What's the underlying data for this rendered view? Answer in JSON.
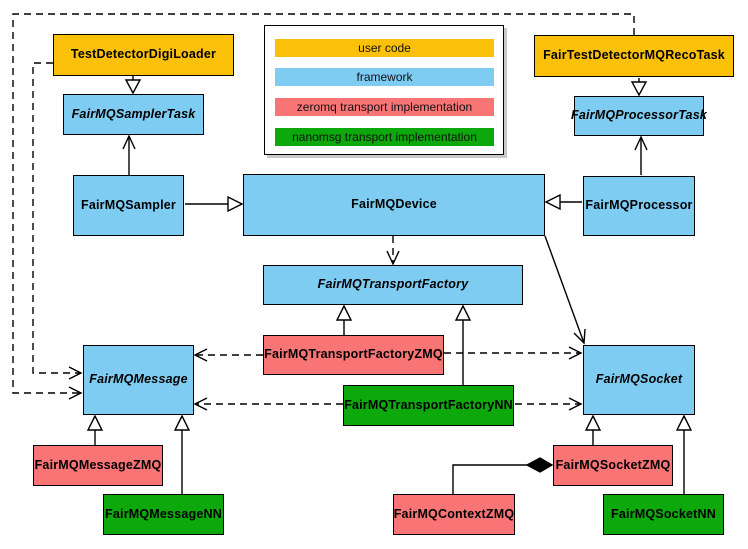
{
  "colors": {
    "user_code": "#FBC008",
    "framework": "#7FCCF2",
    "zeromq": "#F97575",
    "nanomsg": "#0CA80C"
  },
  "legend": {
    "items": [
      {
        "label": "user code",
        "color": "#FBC008"
      },
      {
        "label": "framework",
        "color": "#7FCCF2"
      },
      {
        "label": "zeromq transport implementation",
        "color": "#F97575"
      },
      {
        "label": "nanomsg transport implementation",
        "color": "#0CA80C"
      }
    ]
  },
  "nodes": {
    "testDetectorDigiLoader": {
      "label": "TestDetectorDigiLoader",
      "category": "user code",
      "abstract": false
    },
    "fairTestDetectorMQRecoTask": {
      "label": "FairTestDetectorMQRecoTask",
      "category": "user code",
      "abstract": false
    },
    "fairMQSamplerTask": {
      "label": "FairMQSamplerTask",
      "category": "framework",
      "abstract": true
    },
    "fairMQProcessorTask": {
      "label": "FairMQProcessorTask",
      "category": "framework",
      "abstract": true
    },
    "fairMQSampler": {
      "label": "FairMQSampler",
      "category": "framework",
      "abstract": false
    },
    "fairMQDevice": {
      "label": "FairMQDevice",
      "category": "framework",
      "abstract": false
    },
    "fairMQProcessor": {
      "label": "FairMQProcessor",
      "category": "framework",
      "abstract": false
    },
    "fairMQTransportFactory": {
      "label": "FairMQTransportFactory",
      "category": "framework",
      "abstract": true
    },
    "fairMQTransportFactoryZMQ": {
      "label": "FairMQTransportFactoryZMQ",
      "category": "zeromq",
      "abstract": false
    },
    "fairMQTransportFactoryNN": {
      "label": "FairMQTransportFactoryNN",
      "category": "nanomsg",
      "abstract": false
    },
    "fairMQMessage": {
      "label": "FairMQMessage",
      "category": "framework",
      "abstract": true
    },
    "fairMQMessageZMQ": {
      "label": "FairMQMessageZMQ",
      "category": "zeromq",
      "abstract": false
    },
    "fairMQMessageNN": {
      "label": "FairMQMessageNN",
      "category": "nanomsg",
      "abstract": false
    },
    "fairMQSocket": {
      "label": "FairMQSocket",
      "category": "framework",
      "abstract": true
    },
    "fairMQSocketZMQ": {
      "label": "FairMQSocketZMQ",
      "category": "zeromq",
      "abstract": false
    },
    "fairMQSocketNN": {
      "label": "FairMQSocketNN",
      "category": "nanomsg",
      "abstract": false
    },
    "fairMQContextZMQ": {
      "label": "FairMQContextZMQ",
      "category": "zeromq",
      "abstract": false
    }
  },
  "edges": [
    {
      "from": "TestDetectorDigiLoader",
      "to": "FairMQSamplerTask",
      "type": "inheritance"
    },
    {
      "from": "FairTestDetectorMQRecoTask",
      "to": "FairMQProcessorTask",
      "type": "inheritance"
    },
    {
      "from": "FairMQSampler",
      "to": "FairMQDevice",
      "type": "inheritance"
    },
    {
      "from": "FairMQProcessor",
      "to": "FairMQDevice",
      "type": "inheritance"
    },
    {
      "from": "FairMQTransportFactoryZMQ",
      "to": "FairMQTransportFactory",
      "type": "inheritance"
    },
    {
      "from": "FairMQTransportFactoryNN",
      "to": "FairMQTransportFactory",
      "type": "inheritance"
    },
    {
      "from": "FairMQMessageZMQ",
      "to": "FairMQMessage",
      "type": "inheritance"
    },
    {
      "from": "FairMQMessageNN",
      "to": "FairMQMessage",
      "type": "inheritance"
    },
    {
      "from": "FairMQSocketZMQ",
      "to": "FairMQSocket",
      "type": "inheritance"
    },
    {
      "from": "FairMQSocketNN",
      "to": "FairMQSocket",
      "type": "inheritance"
    },
    {
      "from": "FairMQSampler",
      "to": "FairMQSamplerTask",
      "type": "association"
    },
    {
      "from": "FairMQProcessor",
      "to": "FairMQProcessorTask",
      "type": "association"
    },
    {
      "from": "FairMQDevice",
      "to": "FairMQSocket",
      "type": "association"
    },
    {
      "from": "FairMQDevice",
      "to": "FairMQTransportFactory",
      "type": "dependency"
    },
    {
      "from": "TestDetectorDigiLoader",
      "to": "FairMQMessage",
      "type": "dependency"
    },
    {
      "from": "FairTestDetectorMQRecoTask",
      "to": "FairMQMessage",
      "type": "dependency"
    },
    {
      "from": "FairMQTransportFactoryZMQ",
      "to": "FairMQMessage",
      "type": "dependency"
    },
    {
      "from": "FairMQTransportFactoryNN",
      "to": "FairMQMessage",
      "type": "dependency"
    },
    {
      "from": "FairMQTransportFactoryZMQ",
      "to": "FairMQSocket",
      "type": "dependency"
    },
    {
      "from": "FairMQTransportFactoryNN",
      "to": "FairMQSocket",
      "type": "dependency"
    },
    {
      "from": "FairMQContextZMQ",
      "to": "FairMQSocketZMQ",
      "type": "composition"
    }
  ]
}
